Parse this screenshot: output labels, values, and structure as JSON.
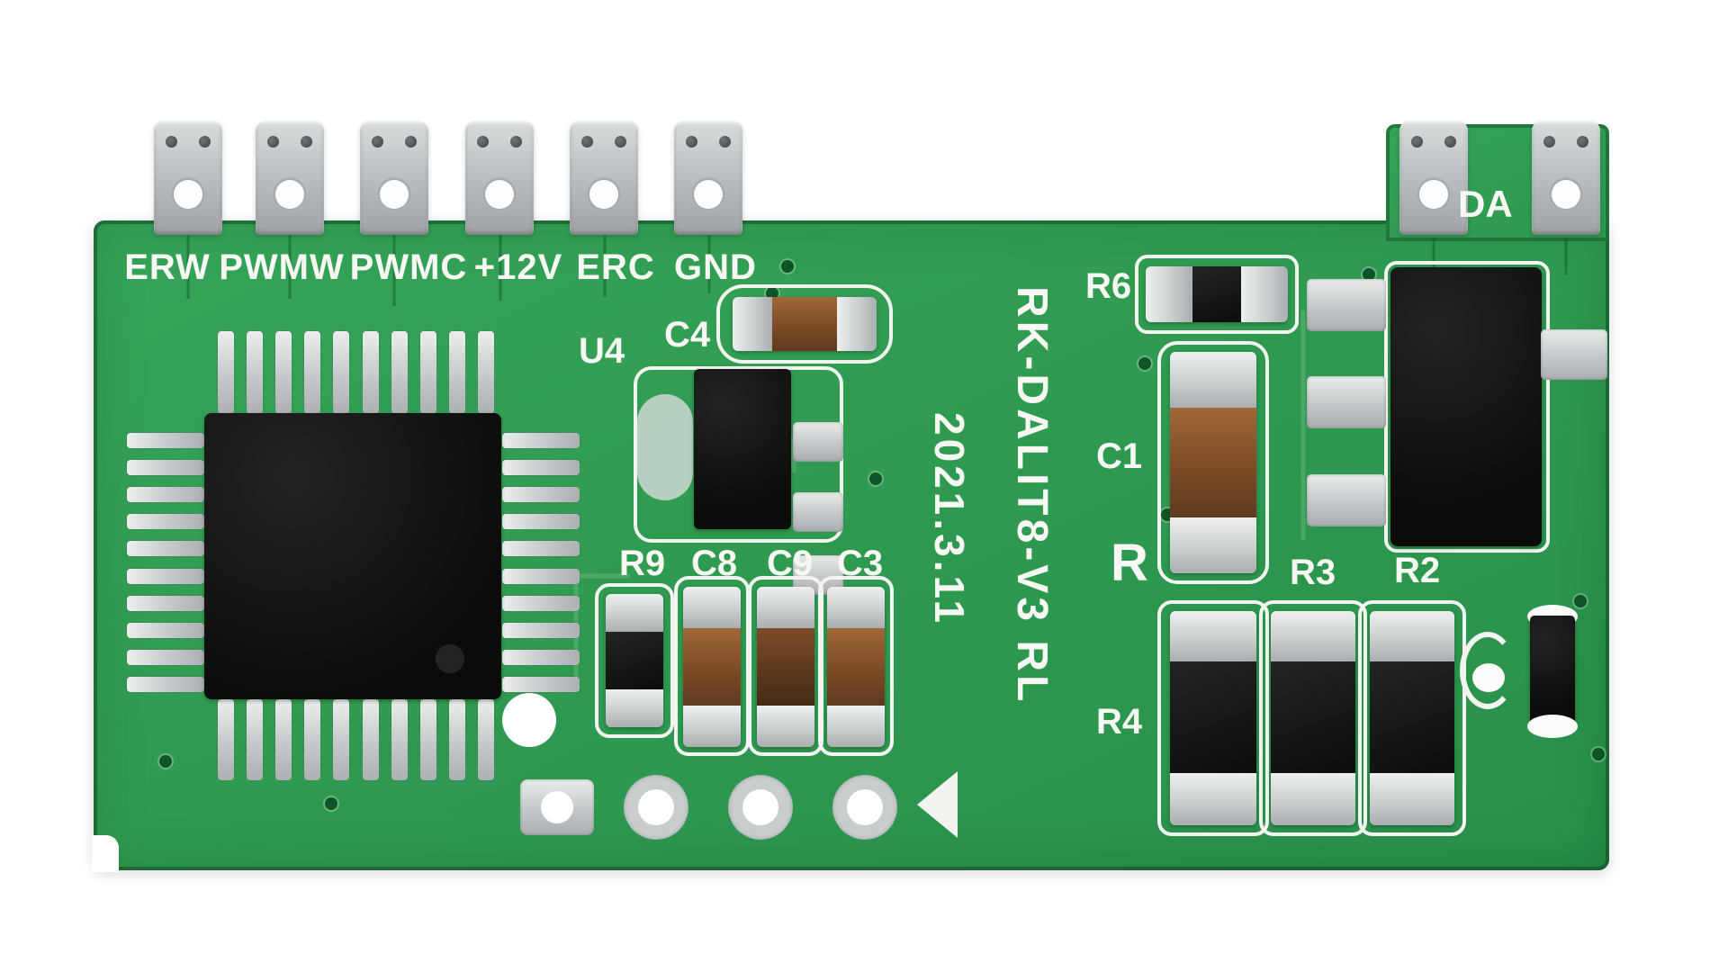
{
  "scene": "green PCB control module, top view",
  "colors": {
    "background": "#ffffff",
    "pcb_green": "#2f9b51",
    "pcb_edge_dark": "#1c7038",
    "silkscreen_white": "#f3f3ef",
    "pad_silver": "#c4c8ca",
    "ic_black": "#121212",
    "capacitor_brown": "#7c4a26",
    "capacitor_dark_brown": "#5a371d"
  },
  "silk": {
    "connectors": [
      "ERW",
      "PWMW",
      "PWMC",
      "+12V",
      "ERC",
      "GND"
    ],
    "da": "DA",
    "u4": "U4",
    "c4": "C4",
    "r9": "R9",
    "c8": "C8",
    "c9": "C9",
    "c3": "C3",
    "date": "2021.3.11",
    "model": "RK-DALIT8-V3 RL",
    "r6": "R6",
    "c1": "C1",
    "r": "R",
    "r3": "R3",
    "r2": "R2",
    "r4": "R4"
  }
}
